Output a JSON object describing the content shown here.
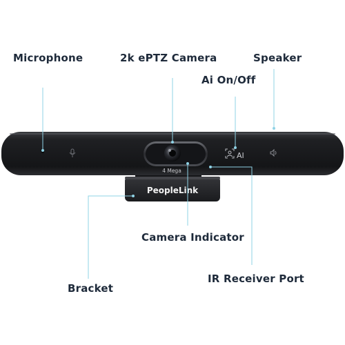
{
  "labels": {
    "microphone": "Microphone",
    "camera": "2k ePTZ Camera",
    "speaker": "Speaker",
    "ai_toggle": "Ai On/Off",
    "camera_indicator": "Camera Indicator",
    "bracket": "Bracket",
    "ir_receiver": "IR Receiver Port"
  },
  "device": {
    "lens_text": "4 Mega",
    "ai_button_text": "AI",
    "brand": "PeopleLink"
  },
  "colors": {
    "callout_line": "#8fd3e6",
    "label_text": "#1e2a3a",
    "device_body": "#1b1c1f"
  }
}
